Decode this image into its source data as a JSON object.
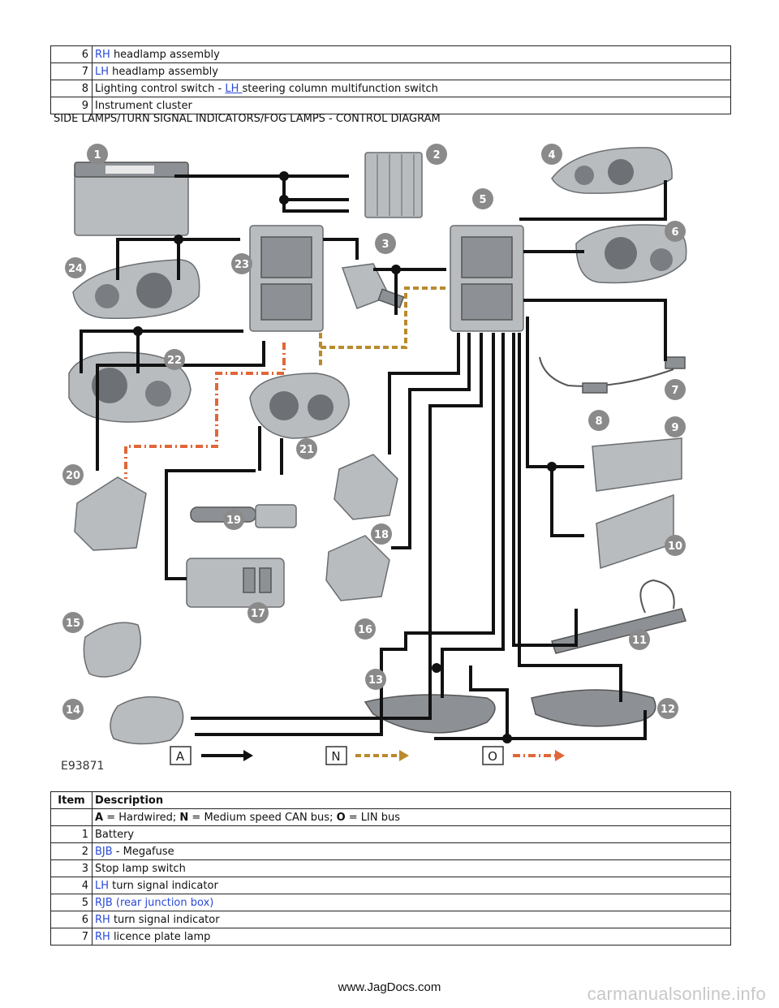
{
  "top_table": {
    "rows": [
      {
        "num": "6",
        "abbr": "RH",
        "text": " headlamp assembly"
      },
      {
        "num": "7",
        "abbr": "LH",
        "text": " headlamp assembly"
      },
      {
        "num": "8",
        "pre": "Lighting control switch - ",
        "abbr": "LH ",
        "text": "steering column multifunction switch"
      },
      {
        "num": "9",
        "text": "Instrument cluster"
      }
    ]
  },
  "diagram": {
    "title": "SIDE LAMPS/TURN SIGNAL INDICATORS/FOG LAMPS - CONTROL DIAGRAM",
    "figure_id": "E93871",
    "callouts": [
      "1",
      "2",
      "3",
      "4",
      "5",
      "6",
      "7",
      "8",
      "9",
      "10",
      "11",
      "12",
      "13",
      "14",
      "15",
      "16",
      "17",
      "18",
      "19",
      "20",
      "21",
      "22",
      "23",
      "24"
    ],
    "key": [
      "A",
      "N",
      "O"
    ],
    "colors": {
      "hardwired": "#111111",
      "can_bus": "#b98a2e",
      "lin_bus": "#e0673a",
      "callout": "#8a8a8a"
    }
  },
  "bottom_table": {
    "header": {
      "item": "Item",
      "description": "Description"
    },
    "legend": {
      "a": "A",
      "a_text": " = Hardwired; ",
      "n": "N",
      "n_text": " = Medium speed CAN bus; ",
      "o": "O",
      "o_text": " = LIN bus"
    },
    "rows": [
      {
        "num": "1",
        "text": "Battery"
      },
      {
        "num": "2",
        "abbr": "BJB",
        "text": " - Megafuse"
      },
      {
        "num": "3",
        "text": "Stop lamp switch"
      },
      {
        "num": "4",
        "abbr": "LH",
        "text": " turn signal indicator"
      },
      {
        "num": "5",
        "abbr": "RJB (rear junction box)",
        "text": ""
      },
      {
        "num": "6",
        "abbr": "RH",
        "text": " turn signal indicator"
      },
      {
        "num": "7",
        "abbr": "RH",
        "text": " licence plate lamp"
      }
    ]
  },
  "footer": {
    "site": "www.JagDocs.com",
    "watermark": "carmanualsonline.info"
  }
}
